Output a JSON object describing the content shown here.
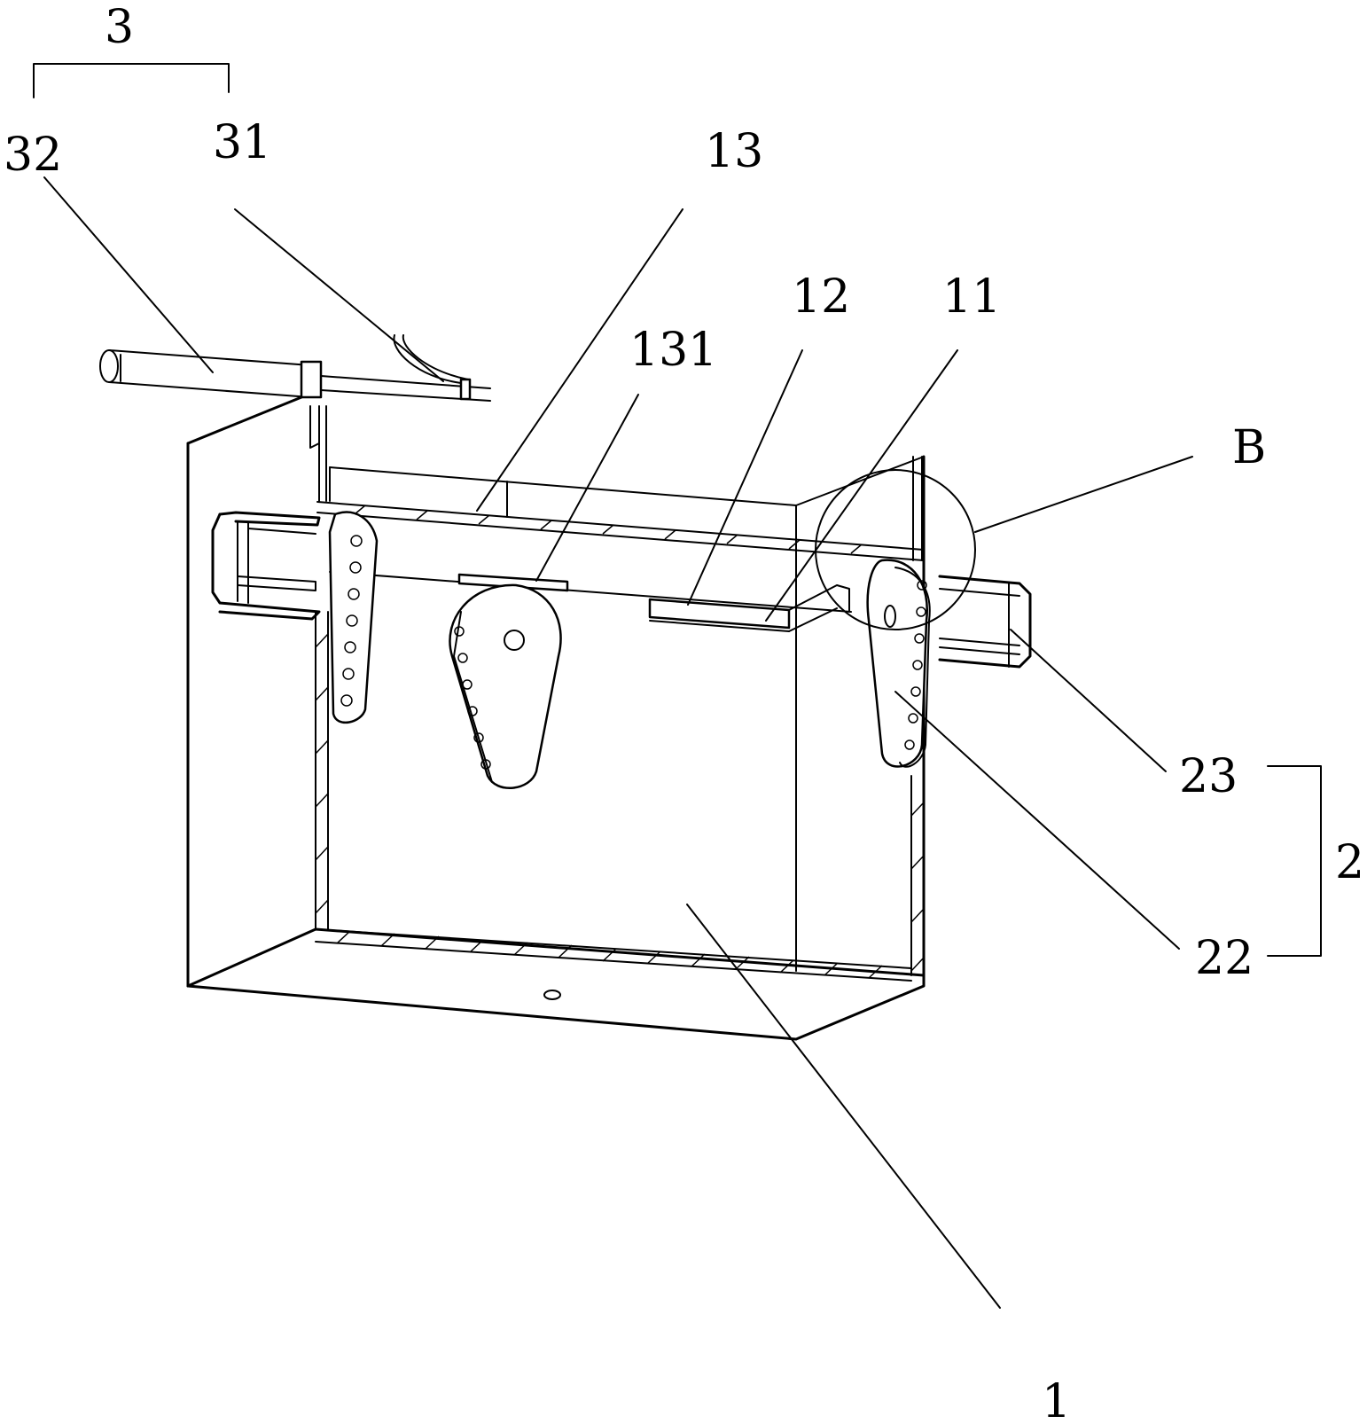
{
  "labels": {
    "group_3": "3",
    "part_32": "32",
    "part_31": "31",
    "part_13": "13",
    "part_131": "131",
    "part_12": "12",
    "part_11": "11",
    "detail_b": "B",
    "part_23": "23",
    "group_2": "2",
    "part_22": "22",
    "part_1": "1"
  },
  "colors": {
    "line": "#000000",
    "background": "#ffffff"
  }
}
